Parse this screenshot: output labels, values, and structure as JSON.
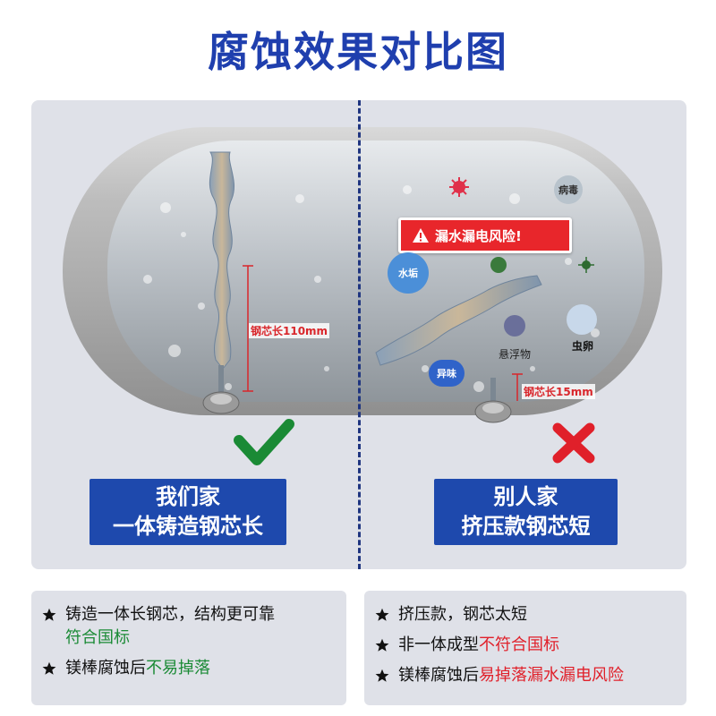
{
  "title": "腐蚀效果对比图",
  "left": {
    "label_line1": "我们家",
    "label_line2": "一体铸造钢芯长",
    "core_length": "钢芯长110mm"
  },
  "right": {
    "label_line1": "别人家",
    "label_line2": "挤压款钢芯短",
    "core_length": "钢芯长15mm",
    "warning": "漏水漏电风险!",
    "tags": {
      "virus": "病毒",
      "scale": "水垢",
      "floating": "悬浮物",
      "eggs": "虫卵",
      "odor": "异味"
    }
  },
  "cards": {
    "left": {
      "item1_text": "铸造一体长钢芯，结构更可靠",
      "item1_highlight": "符合国标",
      "item2_text": "镁棒腐蚀后",
      "item2_highlight": "不易掉落"
    },
    "right": {
      "item1_text": "挤压款，钢芯太短",
      "item2_text": "非一体成型",
      "item2_highlight": "不符合国标",
      "item3_text": "镁棒腐蚀后",
      "item3_highlight": "易掉落漏水漏电风险"
    }
  },
  "colors": {
    "title": "#1f3fae",
    "label_bg": "#1e49ad",
    "check": "#1a8a35",
    "cross": "#e0202a"
  }
}
